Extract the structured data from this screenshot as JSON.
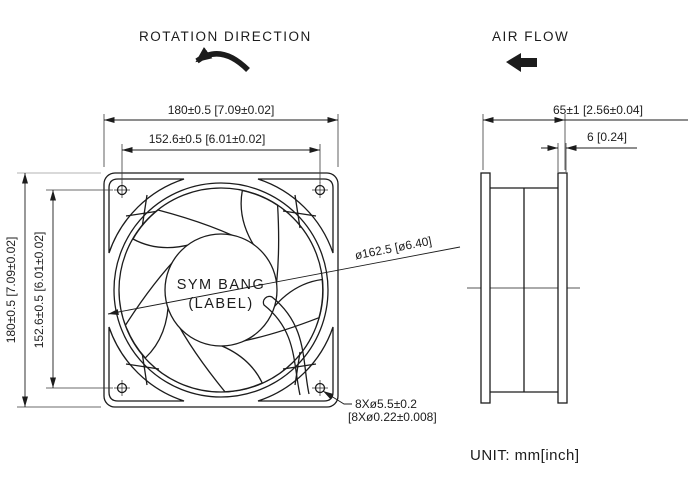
{
  "drawing": {
    "rotation_direction_label": "ROTATION DIRECTION",
    "air_flow_label": "AIR FLOW",
    "unit_note": "UNIT: mm[inch]",
    "front_view": {
      "width": "180±0.5 [7.09±0.02]",
      "hole_pitch_horizontal": "152.6±0.5 [6.01±0.02]",
      "height": "180±0.5 [7.09±0.02]",
      "hole_pitch_vertical": "152.6±0.5 [6.01±0.02]",
      "impeller_diameter": "ø162.5 [ø6.40]",
      "mounting_holes_line1": "8Xø5.5±0.2",
      "mounting_holes_line2": "[8Xø0.22±0.008]",
      "hub_label_line1": "SYM BANG",
      "hub_label_line2": "(LABEL)"
    },
    "side_view": {
      "depth": "65±1 [2.56±0.04]",
      "flange_thickness": "6 [0.24]"
    },
    "colors": {
      "line": "#1c1c1c",
      "background": "#ffffff"
    }
  }
}
